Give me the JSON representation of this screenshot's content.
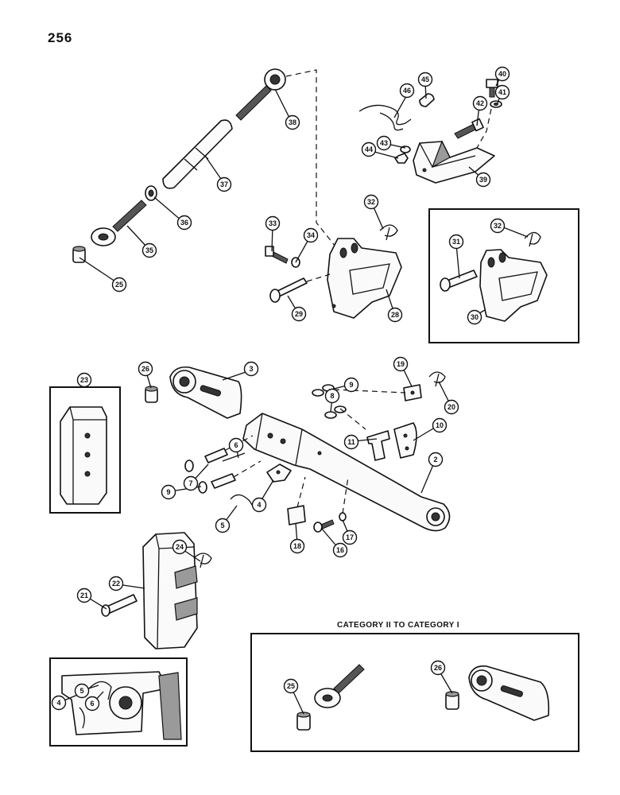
{
  "page": {
    "number": "256"
  },
  "inset_category": {
    "heading": "CATEGORY II   TO CATEGORY I"
  },
  "callouts": [
    {
      "id": "c38",
      "label": "38"
    },
    {
      "id": "c46",
      "label": "46"
    },
    {
      "id": "c45",
      "label": "45"
    },
    {
      "id": "c40",
      "label": "40"
    },
    {
      "id": "c41",
      "label": "41"
    },
    {
      "id": "c42",
      "label": "42"
    },
    {
      "id": "c43",
      "label": "43"
    },
    {
      "id": "c44",
      "label": "44"
    },
    {
      "id": "c39",
      "label": "39"
    },
    {
      "id": "c37",
      "label": "37"
    },
    {
      "id": "c36",
      "label": "36"
    },
    {
      "id": "c35",
      "label": "35"
    },
    {
      "id": "c25a",
      "label": "25"
    },
    {
      "id": "c32a",
      "label": "32"
    },
    {
      "id": "c33",
      "label": "33"
    },
    {
      "id": "c34",
      "label": "34"
    },
    {
      "id": "c29",
      "label": "29"
    },
    {
      "id": "c28",
      "label": "28"
    },
    {
      "id": "c32b",
      "label": "32"
    },
    {
      "id": "c31",
      "label": "31"
    },
    {
      "id": "c30",
      "label": "30"
    },
    {
      "id": "c26a",
      "label": "26"
    },
    {
      "id": "c3",
      "label": "3"
    },
    {
      "id": "c19",
      "label": "19"
    },
    {
      "id": "c9a",
      "label": "9"
    },
    {
      "id": "c8",
      "label": "8"
    },
    {
      "id": "c20",
      "label": "20"
    },
    {
      "id": "c23",
      "label": "23"
    },
    {
      "id": "c10",
      "label": "10"
    },
    {
      "id": "c11",
      "label": "11"
    },
    {
      "id": "c6a",
      "label": "6"
    },
    {
      "id": "c2",
      "label": "2"
    },
    {
      "id": "c7",
      "label": "7"
    },
    {
      "id": "c9b",
      "label": "9"
    },
    {
      "id": "c4a",
      "label": "4"
    },
    {
      "id": "c5a",
      "label": "5"
    },
    {
      "id": "c18",
      "label": "18"
    },
    {
      "id": "c16",
      "label": "16"
    },
    {
      "id": "c17",
      "label": "17"
    },
    {
      "id": "c24",
      "label": "24"
    },
    {
      "id": "c22",
      "label": "22"
    },
    {
      "id": "c21",
      "label": "21"
    },
    {
      "id": "c4b",
      "label": "4"
    },
    {
      "id": "c5b",
      "label": "5"
    },
    {
      "id": "c6b",
      "label": "6"
    },
    {
      "id": "c25b",
      "label": "25"
    },
    {
      "id": "c26b",
      "label": "26"
    }
  ]
}
